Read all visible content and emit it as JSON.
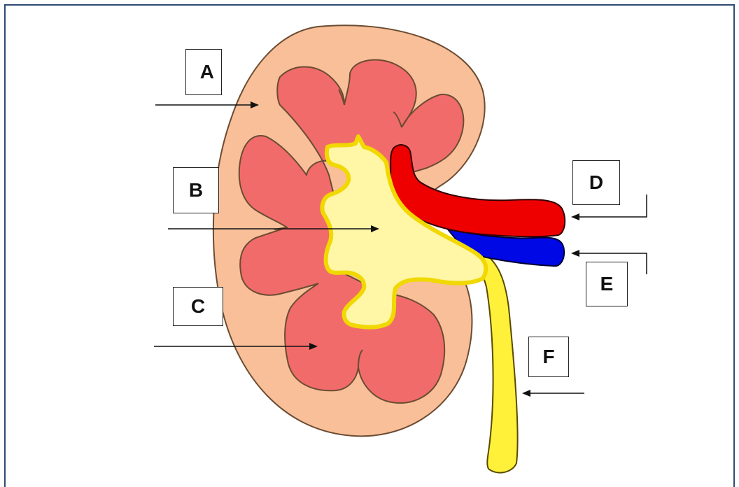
{
  "labels": {
    "a": "A",
    "b": "B",
    "c": "C",
    "d": "D",
    "e": "E",
    "f": "F"
  },
  "colors": {
    "cortex": "#f8bf98",
    "medulla": "#f26b6b",
    "pelvis": "#fff6a6",
    "ureter": "#fff13a",
    "artery": "#ee0000",
    "vein": "#0008e6",
    "outline": "#7a5a3a",
    "frame": "#2e4a73"
  }
}
